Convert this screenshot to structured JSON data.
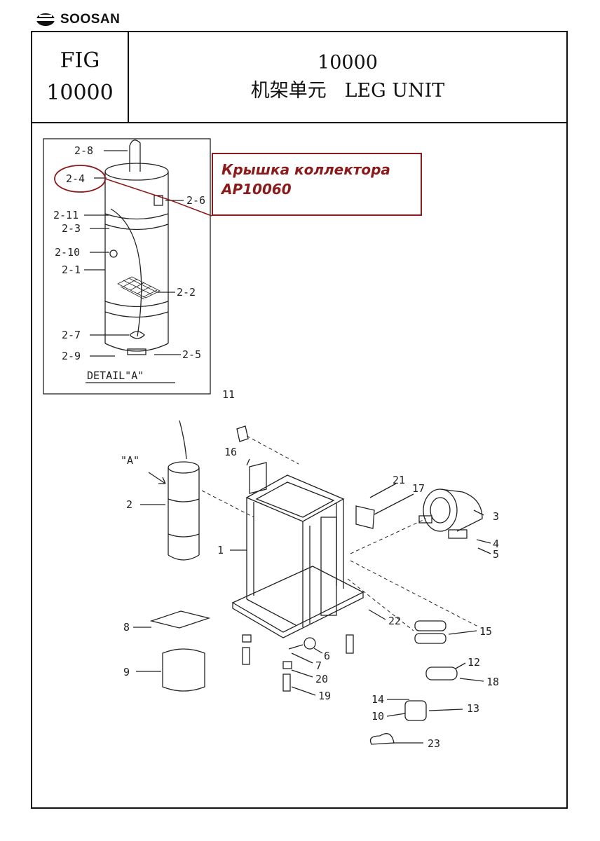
{
  "brand": {
    "name": "SOOSAN",
    "logo_icon": "soosan-logo-icon"
  },
  "title_block": {
    "fig_label": "FIG",
    "fig_number": "10000",
    "title_number": "10000",
    "title_text": "机架单元   LEG UNIT"
  },
  "note": {
    "line1": "Крышка коллектора",
    "line2": "AP10060",
    "color": "#8b1a1a"
  },
  "detail": {
    "caption": "DETAIL\"A\"",
    "callouts": [
      "2-8",
      "2-4",
      "2-6",
      "2-11",
      "2-3",
      "2-10",
      "2-1",
      "2-2",
      "2-7",
      "2-9",
      "2-5"
    ]
  },
  "main": {
    "view_ref": "\"A\"",
    "callouts": [
      "11",
      "16",
      "21",
      "17",
      "3",
      "4",
      "5",
      "2",
      "1",
      "22",
      "15",
      "8",
      "6",
      "7",
      "20",
      "19",
      "9",
      "12",
      "18",
      "14",
      "13",
      "10",
      "23"
    ]
  }
}
